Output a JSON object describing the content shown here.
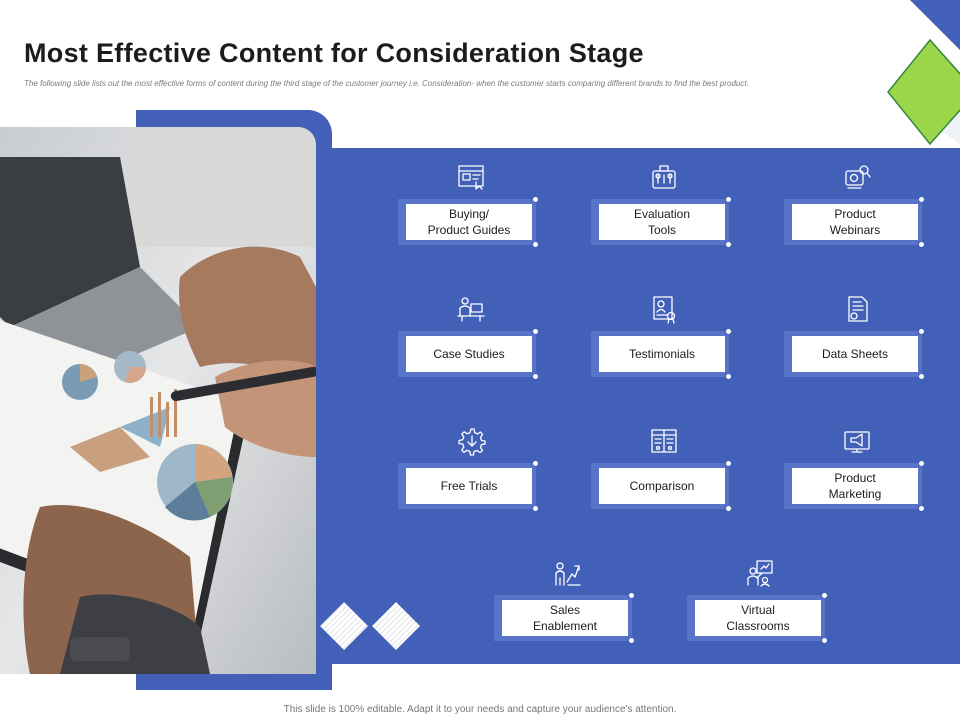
{
  "header": {
    "title": "Most Effective Content for Consideration Stage",
    "subtitle": "The following slide lists out the most effective forms of content during the third stage of the customer journey i.e. Consideration- when the customer starts comparing different brands to find the best product."
  },
  "cards": [
    {
      "label": "Buying/\nProduct Guides",
      "icon": "brochure-icon"
    },
    {
      "label": "Evaluation\nTools",
      "icon": "toolbox-icon"
    },
    {
      "label": "Product\nWebinars",
      "icon": "webinar-icon"
    },
    {
      "label": "Case Studies",
      "icon": "person-desk-icon"
    },
    {
      "label": "Testimonials",
      "icon": "certificate-icon"
    },
    {
      "label": "Data Sheets",
      "icon": "document-user-icon"
    },
    {
      "label": "Free Trials",
      "icon": "gear-download-icon"
    },
    {
      "label": "Comparison",
      "icon": "compare-panels-icon"
    },
    {
      "label": "Product\nMarketing",
      "icon": "megaphone-screen-icon"
    },
    {
      "label": "Sales\nEnablement",
      "icon": "growth-person-icon"
    },
    {
      "label": "Virtual\nClassrooms",
      "icon": "presentation-board-icon"
    }
  ],
  "footer": {
    "text": "This slide is 100% editable. Adapt it to your needs and capture your audience's attention."
  },
  "colors": {
    "panel": "#4260b8",
    "card_border": "#5774c9",
    "accent_green": "#9bd54a"
  }
}
